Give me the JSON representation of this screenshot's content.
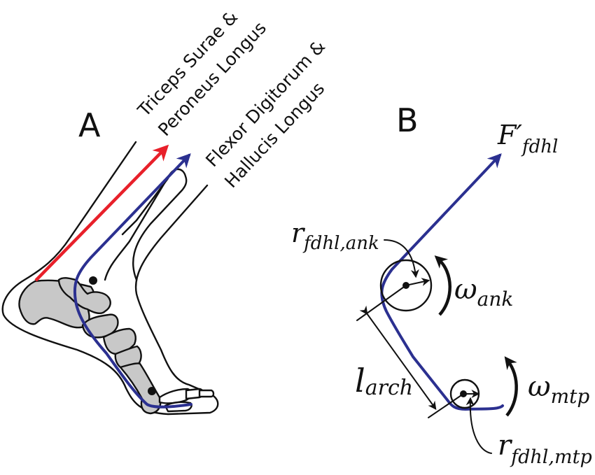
{
  "panel_a": {
    "label": "A",
    "muscle_labels": {
      "triceps_line1": "Triceps Surae &",
      "triceps_line2": "Peroneus Longus",
      "flexor_line1": "Flexor Digitorum &",
      "flexor_line2": "Hallucis Longus"
    }
  },
  "panel_b": {
    "label": "B",
    "force": {
      "symbol": "F′",
      "subscript": "fdhl"
    },
    "r_ank": {
      "symbol": "r",
      "subscript": "fdhl,ank"
    },
    "omega_ank": {
      "symbol": "ω",
      "subscript": "ank"
    },
    "l_arch": {
      "symbol": "l",
      "subscript": "arch"
    },
    "omega_mtp": {
      "symbol": "ω",
      "subscript": "mtp"
    },
    "r_mtp": {
      "symbol": "r",
      "subscript": "fdhl,mtp"
    }
  },
  "colors": {
    "red_tendon": "#e8202a",
    "blue_tendon": "#2b3090",
    "bone_fill": "#c8c8c8",
    "ink": "#111111"
  }
}
